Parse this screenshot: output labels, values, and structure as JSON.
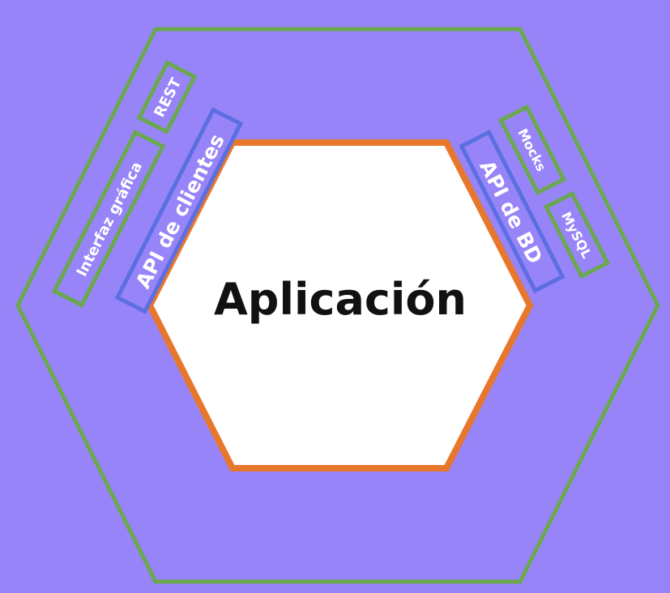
{
  "colors": {
    "background": "#9784f8",
    "outer_hexagon": "#6aa84f",
    "core_hexagon_stroke": "#e8772e",
    "core_hexagon_fill": "#ffffff",
    "port": "#5b6fe0",
    "adapter": "#6aa84f",
    "label_text": "#ffffff",
    "core_text": "#111111"
  },
  "core": {
    "label": "Aplicación"
  },
  "ports": {
    "left": "API de clientes",
    "right": "API de BD"
  },
  "adapters": {
    "left_primary": "Interfaz gráfica",
    "left_secondary": "REST",
    "right_primary": "Mocks",
    "right_secondary": "MySQL"
  }
}
